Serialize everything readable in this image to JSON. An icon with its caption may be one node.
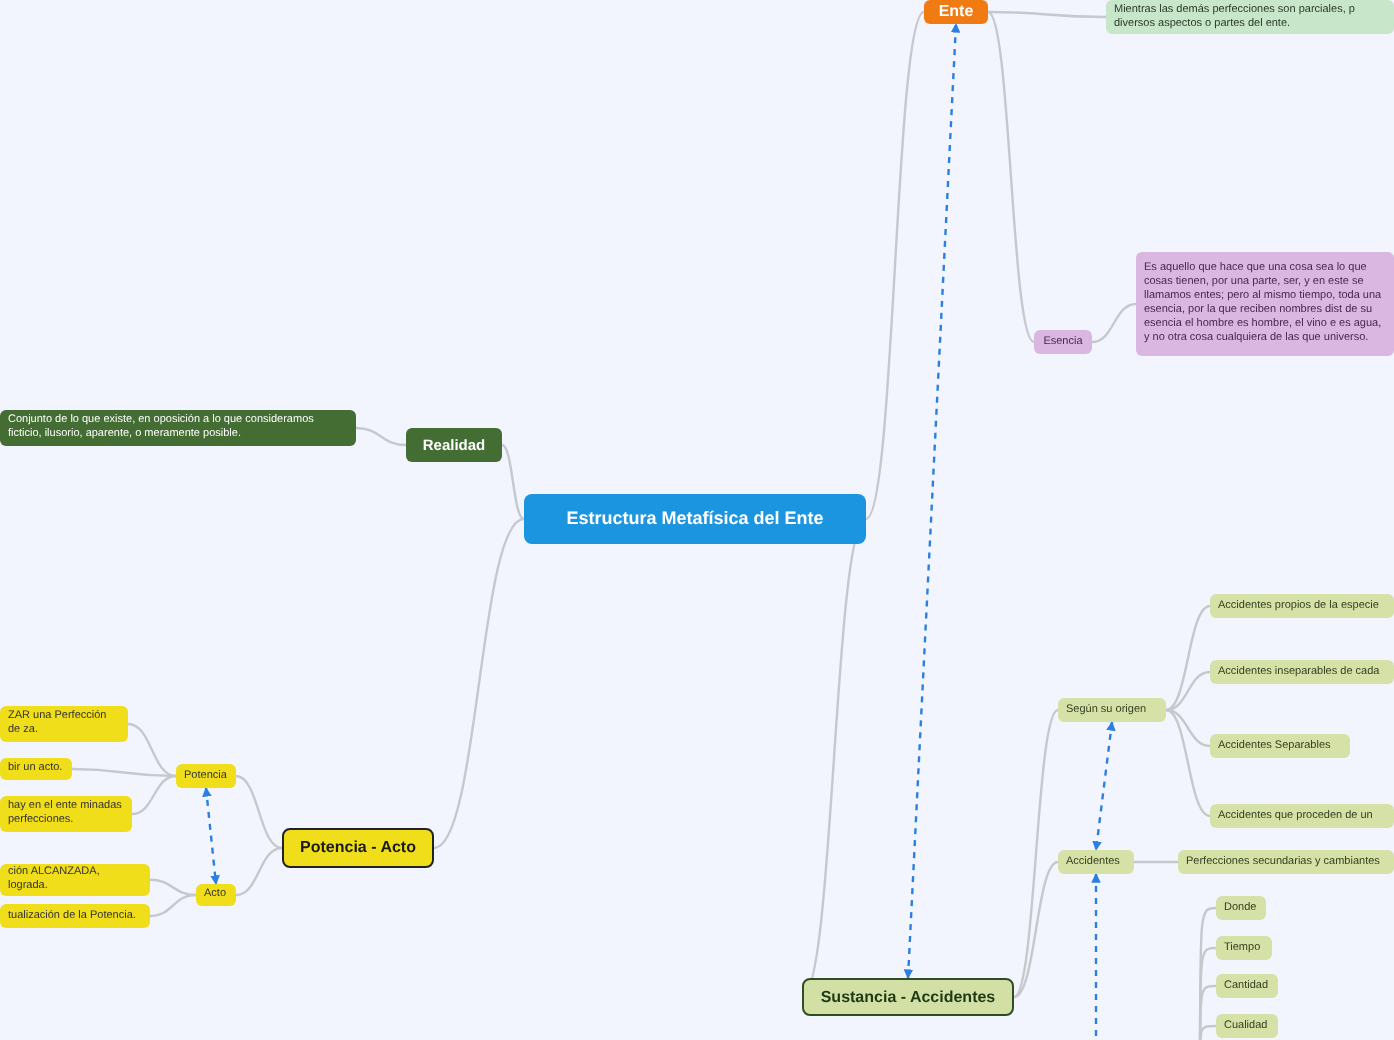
{
  "diagram": {
    "nodes": [
      {
        "text": [
          "Estructura Metafísica del Ente"
        ]
      },
      {
        "text": [
          "Ente"
        ]
      },
      {
        "text": [
          "Mientras las demás perfecciones son parciales, p diversos aspectos o partes del ente."
        ]
      },
      {
        "text": [
          "Esencia"
        ]
      },
      {
        "text": [
          "Es aquello que hace que una cosa sea lo que cosas tienen, por una parte, ser, y en este se llamamos entes; pero al mismo tiempo, toda una esencia, por la que reciben nombres dist de su esencia el hombre es hombre, el vino e es agua, y no otra cosa cualquiera de las que universo."
        ]
      },
      {
        "text": [
          "Realidad"
        ]
      },
      {
        "text": [
          "Conjunto de lo que existe, en oposición a lo que consideramos ficticio, ilusorio, aparente, o meramente posible."
        ]
      },
      {
        "text": [
          "Potencia - Acto"
        ]
      },
      {
        "text": [
          "Potencia"
        ]
      },
      {
        "text": [
          "ZAR una Perfección de za."
        ]
      },
      {
        "text": [
          "bir un acto."
        ]
      },
      {
        "text": [
          "hay en el ente minadas perfecciones."
        ]
      },
      {
        "text": [
          "Acto"
        ]
      },
      {
        "text": [
          "ción ALCANZADA, lograda."
        ]
      },
      {
        "text": [
          "tualización de la Potencia."
        ]
      },
      {
        "text": [
          "Sustancia - Accidentes"
        ]
      },
      {
        "text": [
          "Según su origen"
        ]
      },
      {
        "text": [
          "Accidentes propios de la especie"
        ]
      },
      {
        "text": [
          "Accidentes inseparables de cada"
        ]
      },
      {
        "text": [
          "Accidentes Separables"
        ]
      },
      {
        "text": [
          "Accidentes que proceden de un"
        ]
      },
      {
        "text": [
          "Accidentes"
        ]
      },
      {
        "text": [
          "Perfecciones secundarias y cambiantes"
        ]
      },
      {
        "text": [
          "Donde"
        ]
      },
      {
        "text": [
          "Tiempo"
        ]
      },
      {
        "text": [
          "Cantidad"
        ]
      },
      {
        "text": [
          "Cualidad"
        ]
      }
    ],
    "edges": [
      {
        "from": 0,
        "to": 1,
        "arrow": "none"
      },
      {
        "from": 1,
        "to": 2,
        "arrow": "none"
      },
      {
        "from": 1,
        "to": 3,
        "arrow": "none"
      },
      {
        "from": 3,
        "to": 4,
        "arrow": "none"
      },
      {
        "from": 0,
        "to": 5,
        "arrow": "none"
      },
      {
        "from": 5,
        "to": 6,
        "arrow": "none"
      },
      {
        "from": 0,
        "to": 7,
        "arrow": "none"
      },
      {
        "from": 7,
        "to": 8,
        "arrow": "none"
      },
      {
        "from": 8,
        "to": 9,
        "arrow": "none"
      },
      {
        "from": 8,
        "to": 10,
        "arrow": "none"
      },
      {
        "from": 8,
        "to": 11,
        "arrow": "none"
      },
      {
        "from": 7,
        "to": 12,
        "arrow": "none"
      },
      {
        "from": 12,
        "to": 13,
        "arrow": "none"
      },
      {
        "from": 12,
        "to": 14,
        "arrow": "none"
      },
      {
        "from": 0,
        "to": 15,
        "arrow": "none"
      },
      {
        "from": 15,
        "to": 16,
        "arrow": "none"
      },
      {
        "from": 16,
        "to": 17,
        "arrow": "none"
      },
      {
        "from": 16,
        "to": 18,
        "arrow": "none"
      },
      {
        "from": 16,
        "to": 19,
        "arrow": "none"
      },
      {
        "from": 16,
        "to": 20,
        "arrow": "none"
      },
      {
        "from": 15,
        "to": 21,
        "arrow": "none"
      },
      {
        "from": 21,
        "to": 22,
        "arrow": "none"
      },
      {
        "from": null,
        "to": 23,
        "arrow": "none"
      },
      {
        "from": null,
        "to": 24,
        "arrow": "none"
      },
      {
        "from": null,
        "to": 25,
        "arrow": "none"
      },
      {
        "from": null,
        "to": 26,
        "arrow": "none"
      },
      {
        "from": 15,
        "to": 1,
        "arrow": "both",
        "style": "dashed",
        "color": "#2b7fe0"
      },
      {
        "from": 8,
        "to": 12,
        "arrow": "both",
        "style": "dashed",
        "color": "#2b7fe0"
      },
      {
        "from": 16,
        "to": 21,
        "arrow": "both",
        "style": "dashed",
        "color": "#2b7fe0"
      },
      {
        "from": null,
        "to": 21,
        "arrow": "to",
        "style": "dashed",
        "color": "#2b7fe0"
      }
    ]
  }
}
